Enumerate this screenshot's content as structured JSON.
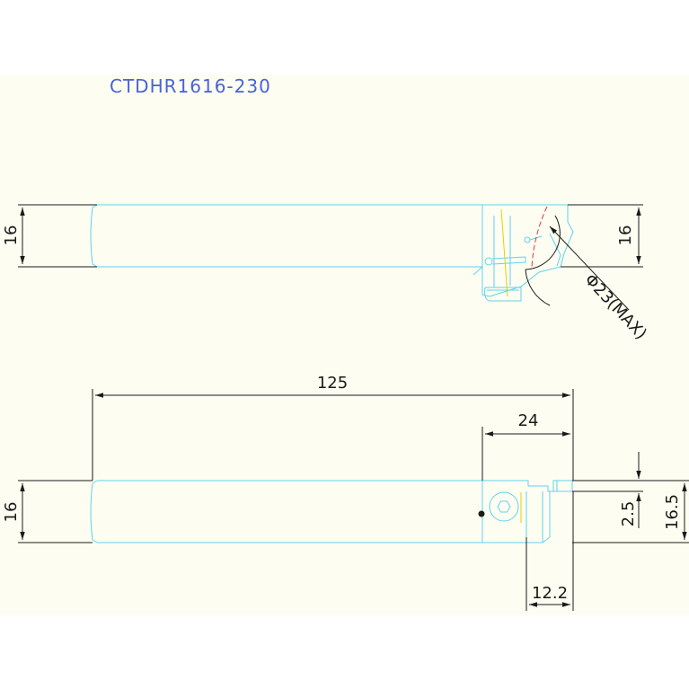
{
  "title": "CTDHR1616-230",
  "colors": {
    "background": "#fdfdf1",
    "outline": "#5fd3ee",
    "dimension": "#1a1a1a",
    "title": "#4a62d8",
    "centerline": "#e8d000",
    "max_diameter": "#e03b3b"
  },
  "top_view": {
    "height_left": "16",
    "height_right": "16",
    "max_diameter": "Φ23(MAX)"
  },
  "side_view": {
    "overall_length": "125",
    "head_length": "24",
    "height_left": "16",
    "cutting_offset": "2.5",
    "overall_height": "16.5",
    "head_width": "12.2"
  }
}
